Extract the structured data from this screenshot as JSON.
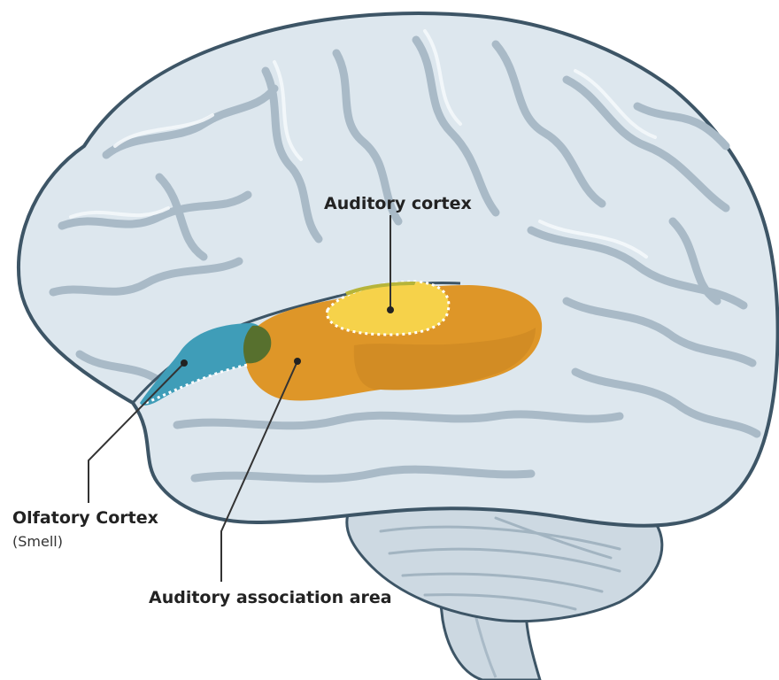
{
  "labels": {
    "auditory_cortex": "Auditory cortex",
    "olfactory_cortex": "Olfatory Cortex",
    "olfactory_subtitle": "(Smell)",
    "auditory_association": "Auditory association area"
  },
  "colors": {
    "brain_fill": "#dde7ee",
    "brain_outline": "#3d5566",
    "sulcus_shadow": "#a9bac7",
    "cerebellum_fill": "#cbd7e0",
    "auditory_cortex": "#f6d24a",
    "auditory_association": "#de9628",
    "olfactory_cortex": "#3f9db8",
    "overlap_region": "#57702e",
    "leader_line": "#333333"
  }
}
